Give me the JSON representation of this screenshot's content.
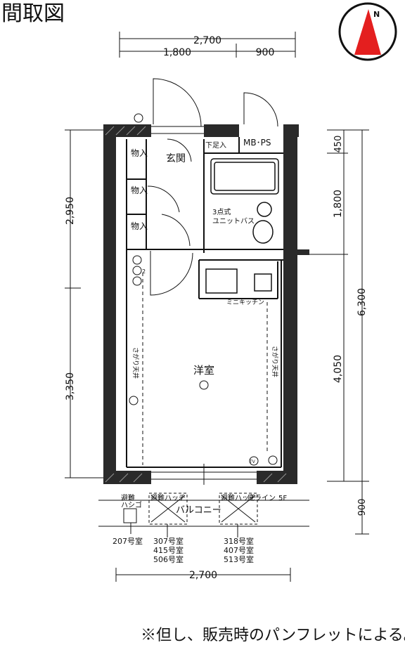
{
  "title": "間取図",
  "compass": {
    "north_label": "N",
    "needle_color": "#e41f1f"
  },
  "dimensions": {
    "top_total": "2,700",
    "top_left": "1,800",
    "top_right": "900",
    "left_upper": "2,950",
    "left_lower": "3,350",
    "right_entry": "450",
    "right_bath": "1,800",
    "right_total": "6,300",
    "right_room": "4,050",
    "right_balcony": "900",
    "bottom_total": "2,700"
  },
  "rooms": {
    "genkan": "玄関",
    "storage": [
      "物入",
      "物入",
      "物入"
    ],
    "mbps": "MB･PS",
    "shoe_rack": "下足入",
    "unit_bath_line1": "3点式",
    "unit_bath_line2": "ユニットバス",
    "mini_kitchen": "ミニキッチン",
    "western_room": "洋室",
    "lowered_ceiling_left": "さがり天井",
    "lowered_ceiling_right": "さがり天井",
    "balcony": "バルコニー",
    "evac_left_1": "避難",
    "evac_left_2": "ハシゴ",
    "evac_hatch_1": "避難ハッチ",
    "evac_hatch_2": "避難ハッチ",
    "eave_line": "庇ライン",
    "floor_5f": "5F",
    "outlet_tv": "TV",
    "outlet_num": "2"
  },
  "balcony_notes": {
    "left": "207号室",
    "middle": [
      "307号室",
      "415号室",
      "506号室"
    ],
    "right": [
      "318号室",
      "407号室",
      "513号室"
    ]
  },
  "footnote": "※但し、販売時のパンフレットによる。"
}
